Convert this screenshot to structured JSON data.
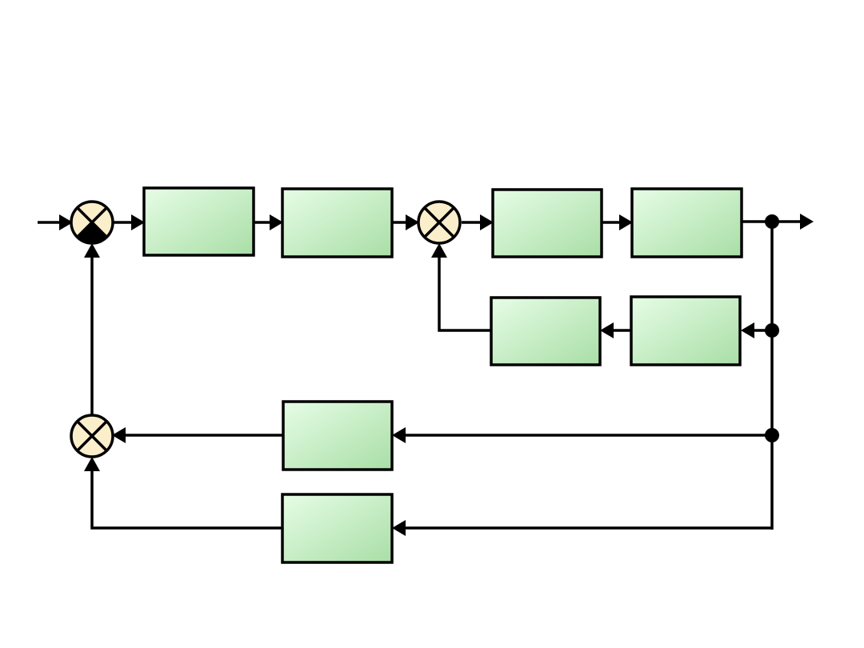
{
  "diagram": {
    "type": "block-diagram",
    "colors": {
      "block_fill_light": "#e6fde6",
      "block_fill_dark": "#a9dea6",
      "summing_junction_fill": "#fbeecb",
      "line": "#000000",
      "background": "#ffffff"
    },
    "blocks": [
      {
        "id": "forward-block-1",
        "label": ""
      },
      {
        "id": "forward-block-2",
        "label": ""
      },
      {
        "id": "forward-block-3",
        "label": ""
      },
      {
        "id": "forward-block-4",
        "label": ""
      },
      {
        "id": "inner-feedback-block-1",
        "label": ""
      },
      {
        "id": "inner-feedback-block-2",
        "label": ""
      },
      {
        "id": "outer-feedback-block-1",
        "label": ""
      },
      {
        "id": "outer-feedback-block-2",
        "label": ""
      }
    ],
    "summing_junctions": [
      {
        "id": "main-summing-junction",
        "negative_feedback_quadrant": true
      },
      {
        "id": "inner-summing-junction",
        "negative_feedback_quadrant": false
      },
      {
        "id": "feedback-summing-junction",
        "negative_feedback_quadrant": false
      }
    ]
  }
}
